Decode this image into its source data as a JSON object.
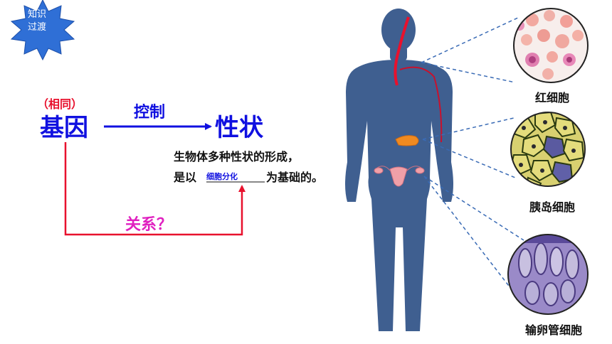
{
  "badge": {
    "line1": "知识",
    "line2": "过渡",
    "color": "#2f6fd6"
  },
  "left_diagram": {
    "gene_qualifier": "（相同）",
    "gene": "基因",
    "arrow_label": "控制",
    "trait": "性状",
    "description_line1": "生物体多种性状的形成，",
    "description_line2_prefix": "是以",
    "description_blank_answer": "细胞分化",
    "description_line2_suffix": "为基础的。",
    "question_label": "关系？"
  },
  "cell_callouts": [
    {
      "caption": "红细胞"
    },
    {
      "caption": "胰岛细胞"
    },
    {
      "caption": "输卵管细胞"
    }
  ],
  "colors": {
    "primary_blue": "#1010e0",
    "red": "#e8112d",
    "magenta": "#e020c0",
    "body_silhouette": "#3f5f90",
    "dashed_line": "#3a6bb5"
  }
}
